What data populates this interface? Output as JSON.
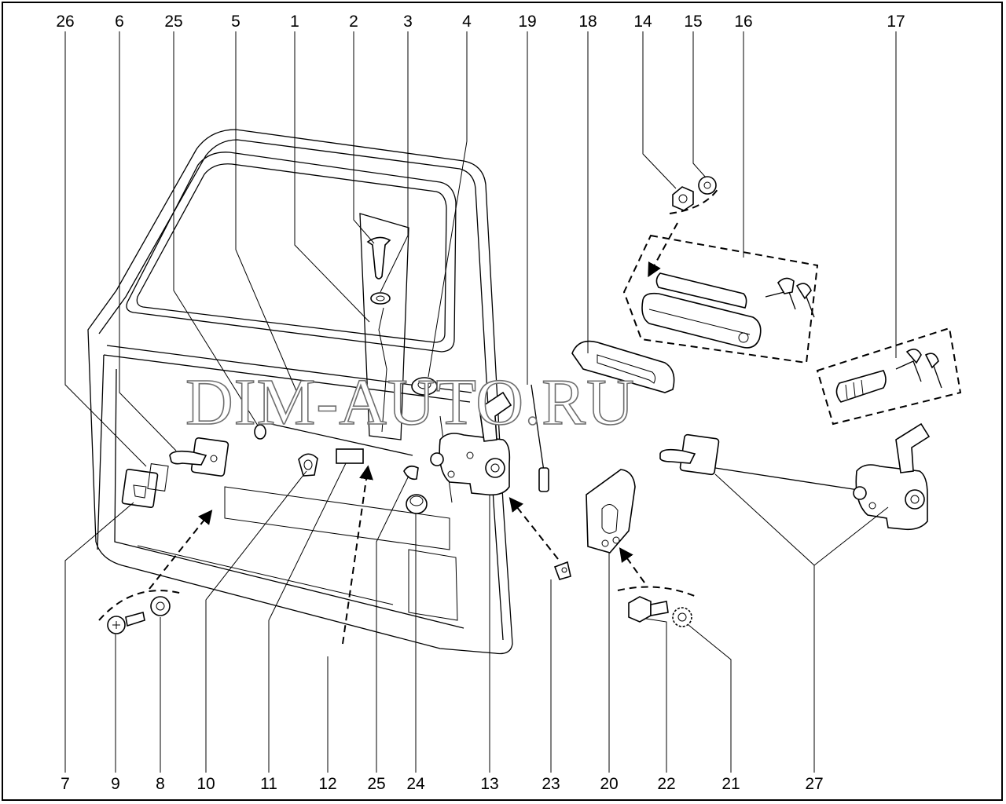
{
  "watermark": "DIM-AUTO.RU",
  "labels": {
    "top": [
      "26",
      "6",
      "25",
      "5",
      "1",
      "2",
      "3",
      "4",
      "19",
      "18",
      "14",
      "15",
      "16",
      "17"
    ],
    "bottom": [
      "7",
      "9",
      "8",
      "10",
      "11",
      "12",
      "25",
      "24",
      "13",
      "23",
      "20",
      "22",
      "21",
      "27"
    ]
  },
  "colors": {
    "ink": "#000000",
    "background": "#ffffff",
    "watermark_outline": "#6e6e6e"
  }
}
